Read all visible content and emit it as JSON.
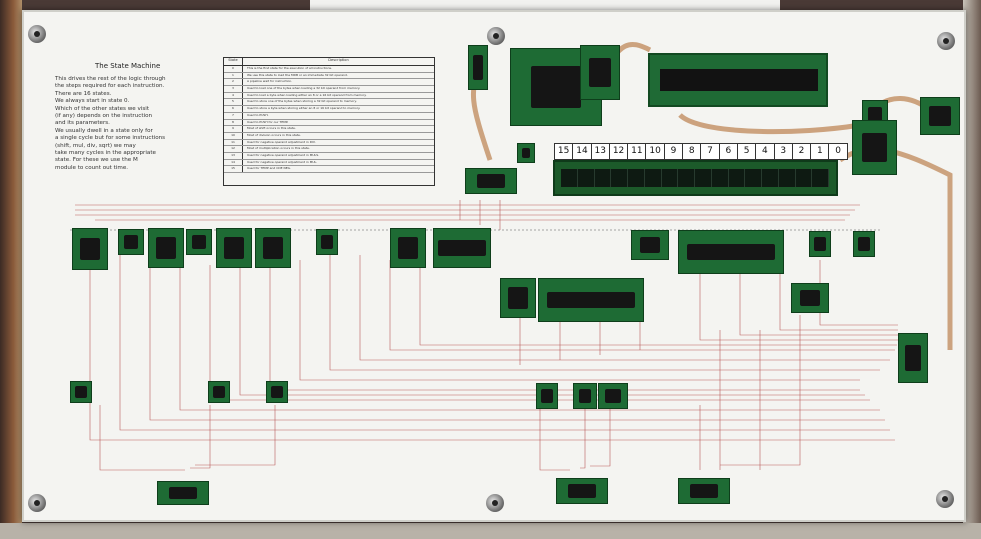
{
  "panel": {
    "title": "The State Machine",
    "description": "This drives the rest of the logic through\nthe steps required for each instruction.\nThere are 16 states.\nWe always start in state 0.\nWhich of the other states we visit\n(if any) depends on the instruction\nand its parameters.\nWe usually dwell in a state only for\na single cycle but for some instructions\n(shift, mul, div, sqrt) we may\ntake many cycles in the appropriate\nstate. For these we use the M\nmodule to count out time."
  },
  "state_table": {
    "header_state": "State",
    "header_description": "Description",
    "rows": [
      {
        "state": "0",
        "text": "This is the first state for the execution of all instructions."
      },
      {
        "state": "1",
        "text": "We use this state to load the MDB or an immediate 32 bit operand."
      },
      {
        "state": "2",
        "text": "A pipeline wait for instruction."
      },
      {
        "state": "3",
        "text": "Used to load one of the bytes when loading a 32 bit operand from memory."
      },
      {
        "state": "4",
        "text": "Used to load a byte when loading either an 8 or a 16 bit operand from memory."
      },
      {
        "state": "5",
        "text": "Used to store one of the bytes when storing a 32 bit operand to memory."
      },
      {
        "state": "6",
        "text": "Used to store a byte when storing either an 8 or 16 bit operand to memory."
      },
      {
        "state": "7",
        "text": "Used to PUSH."
      },
      {
        "state": "8",
        "text": "Used to PUSH for our TEMP."
      },
      {
        "state": "9",
        "text": "Most of shift occurs in this state."
      },
      {
        "state": "10",
        "text": "Most of division occurs in this state."
      },
      {
        "state": "11",
        "text": "Used for negative operand adjustment in DIV."
      },
      {
        "state": "12",
        "text": "Most of multiplication occurs in this state."
      },
      {
        "state": "13",
        "text": "Used for negative operand adjustment in MULS."
      },
      {
        "state": "14",
        "text": "Used for negative operand adjustment in MUL."
      },
      {
        "state": "15",
        "text": "Used for TEMP and CDE NEG."
      }
    ]
  },
  "digit_labels": [
    "15",
    "14",
    "13",
    "12",
    "11",
    "10",
    "9",
    "8",
    "7",
    "6",
    "5",
    "4",
    "3",
    "2",
    "1",
    "0"
  ]
}
